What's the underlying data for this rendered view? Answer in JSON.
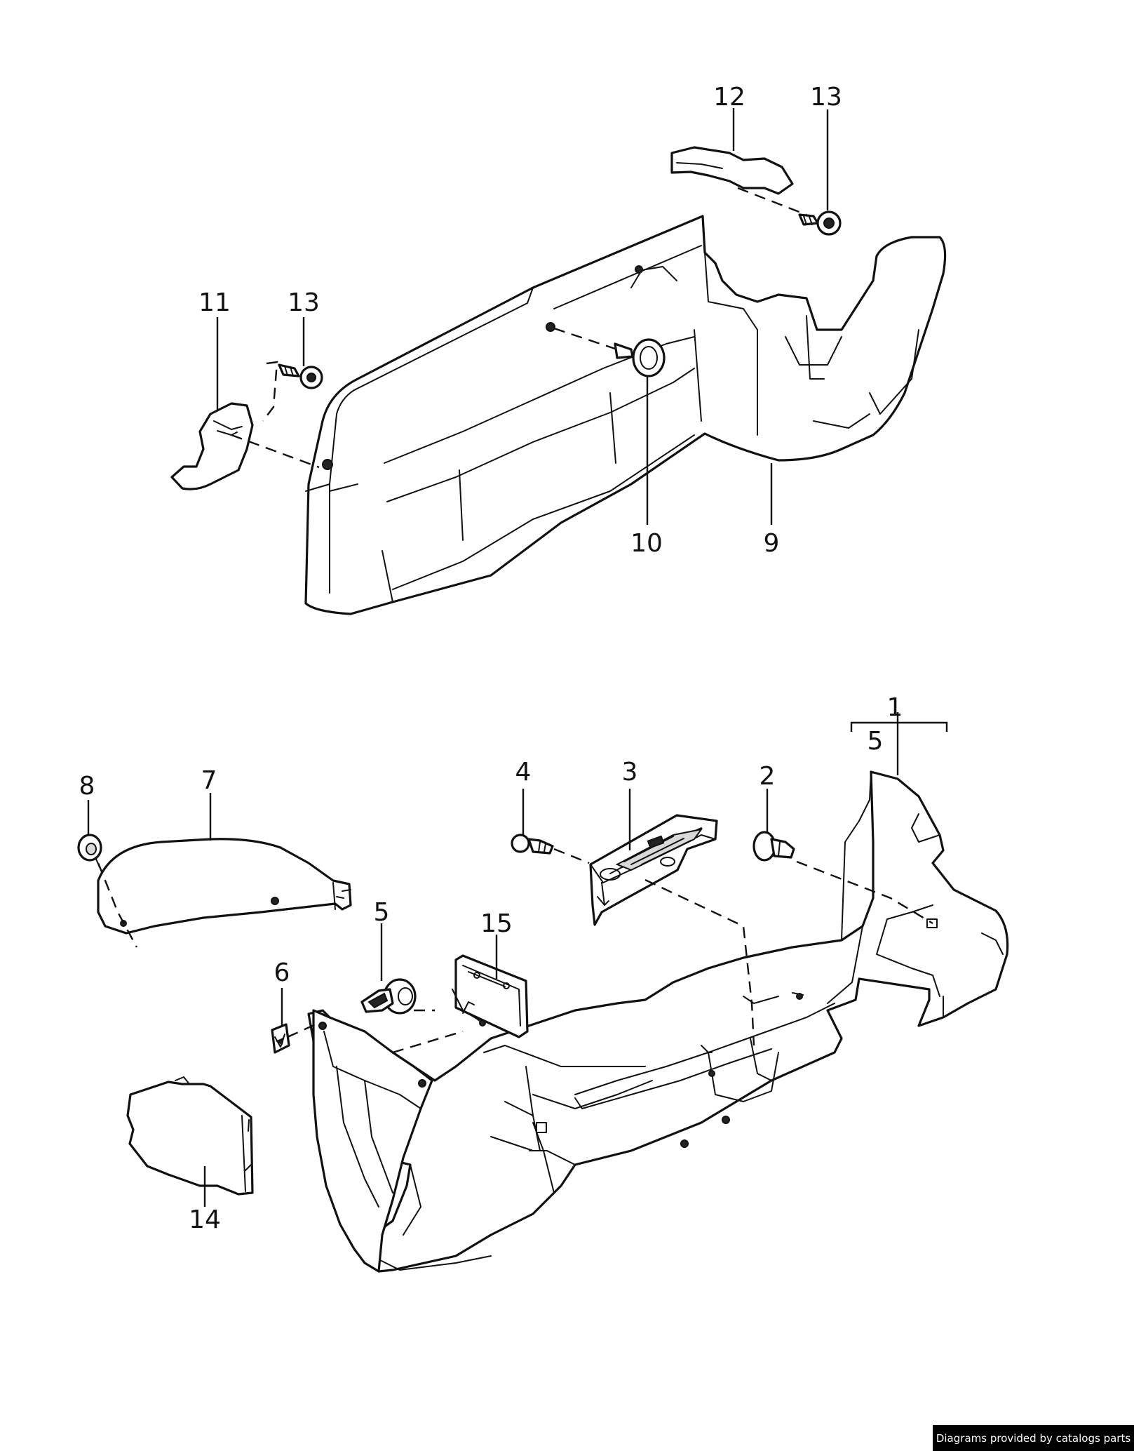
{
  "callouts": {
    "c1": "1",
    "c2": "2",
    "c3": "3",
    "c4": "4",
    "c5a": "5",
    "c5b": "5",
    "c6": "6",
    "c7": "7",
    "c8": "8",
    "c9": "9",
    "c10": "10",
    "c11": "11",
    "c12": "12",
    "c13a": "13",
    "c13b": "13",
    "c14": "14",
    "c15": "15"
  },
  "footer": {
    "credit": "Diagrams provided by catalogs parts"
  },
  "colors": {
    "line": "#111111",
    "background": "#ffffff",
    "footer_bg": "#000000",
    "footer_text": "#ffffff"
  }
}
